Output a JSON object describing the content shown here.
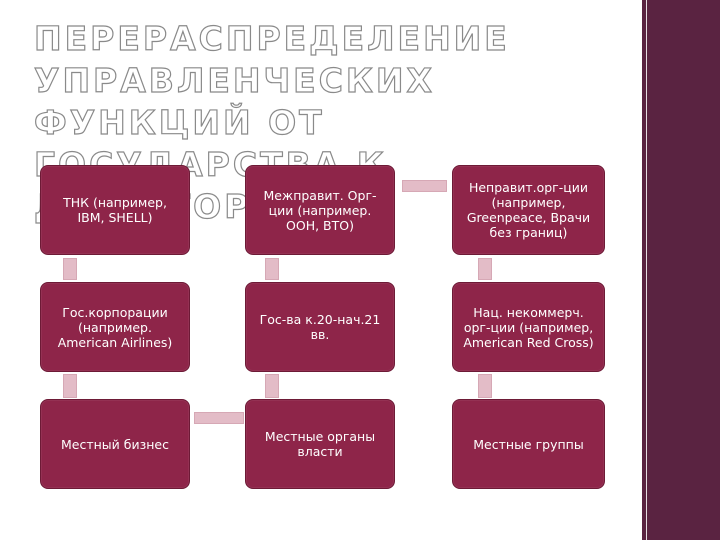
{
  "title": {
    "line1": "ПЕРЕРАСПРЕДЕЛЕНИЕ",
    "line2": "УПРАВЛЕНЧЕСКИХ ФУНКЦИЙ ОТ",
    "line3": "ГОСУДАРСТВА К ДР.АКТОРАМ"
  },
  "boxes": {
    "r1c1": "ТНК (например,\nIBM, SHELL)",
    "r1c2": "Межправит. Орг-\nции (например.\nООН, ВТО)",
    "r1c3": "Неправит.орг-ции\n(например,\nGreenpeace, Врачи\nбез границ)",
    "r2c1": "Гос.корпорации\n(например.\nAmerican Airlines)",
    "r2c2": "Гос-ва к.20-нач.21\nвв.",
    "r2c3": "Нац. некоммерч.\nорг-ции (например,\nAmerican Red Cross)",
    "r3c1": "Местный бизнес",
    "r3c2": "Местные органы\nвласти",
    "r3c3": "Местные группы"
  },
  "colors": {
    "box_fill": "#8e2549",
    "connector": "#e3bcc7",
    "sidebar": "#5a2341"
  }
}
